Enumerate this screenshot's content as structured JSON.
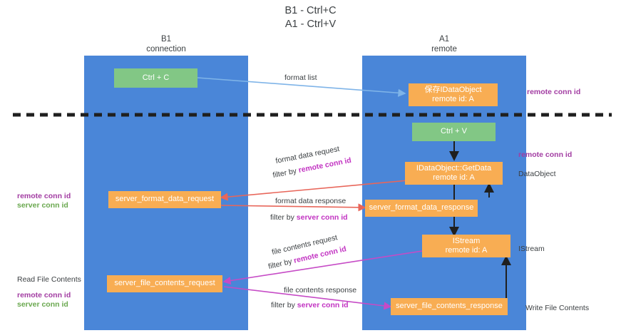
{
  "title": "B1 - Ctrl+C\nA1 - Ctrl+V",
  "lanes": [
    {
      "name": "b1",
      "label": "B1\nconnection"
    },
    {
      "name": "a1",
      "label": "A1\nremote"
    }
  ],
  "nodes": {
    "ctrl_c": "Ctrl + C",
    "save_idataobject": "保存IDataObject\nremote id: A",
    "ctrl_v": "Ctrl + V",
    "getdata": "IDataObject::GetData\nremote id: A",
    "server_format_data_request": "server_format_data_request",
    "server_format_data_response": "server_format_data_response",
    "istream": "IStream\nremote id: A",
    "server_file_contents_request": "server_file_contents_request",
    "server_file_contents_response": "server_file_contents_response"
  },
  "edges": {
    "format_list": "format list",
    "format_data_request": "format data request",
    "format_data_request_filter_prefix": "filter by ",
    "format_data_request_filter_key": "remote conn id",
    "format_data_response": "format data response",
    "format_data_response_filter_prefix": "filter by ",
    "format_data_response_filter_key": "server conn id",
    "file_contents_request": "file contents request",
    "file_contents_request_filter_prefix": "filter by ",
    "file_contents_request_filter_key": "remote conn id",
    "file_contents_response": "file contents response",
    "file_contents_response_filter_prefix": "filter by ",
    "file_contents_response_filter_key": "server conn id"
  },
  "annotations": {
    "right_remote_conn_id_top": "remote conn id",
    "right_remote_conn_id_mid": "remote conn id",
    "right_dataobject": "DataObject",
    "right_istream": "IStream",
    "right_write_file_contents": "Write File Contents",
    "left_remote_conn_id": "remote conn id",
    "left_server_conn_id": "server conn id",
    "left_read_file_contents": "Read File Contents",
    "left_remote_conn_id_2": "remote conn id",
    "left_server_conn_id_2": "server conn id"
  },
  "colors": {
    "lane": "#4a86d8",
    "green_node": "#82c785",
    "orange_node": "#f8ad53",
    "pink": "#c233c2",
    "purple": "#a23ca2",
    "green_text": "#6aa84f",
    "red_arrow": "#e8665a",
    "blue_arrow": "#7fb4e8",
    "magenta_arrow": "#c64bc6",
    "divider": "#222222"
  }
}
